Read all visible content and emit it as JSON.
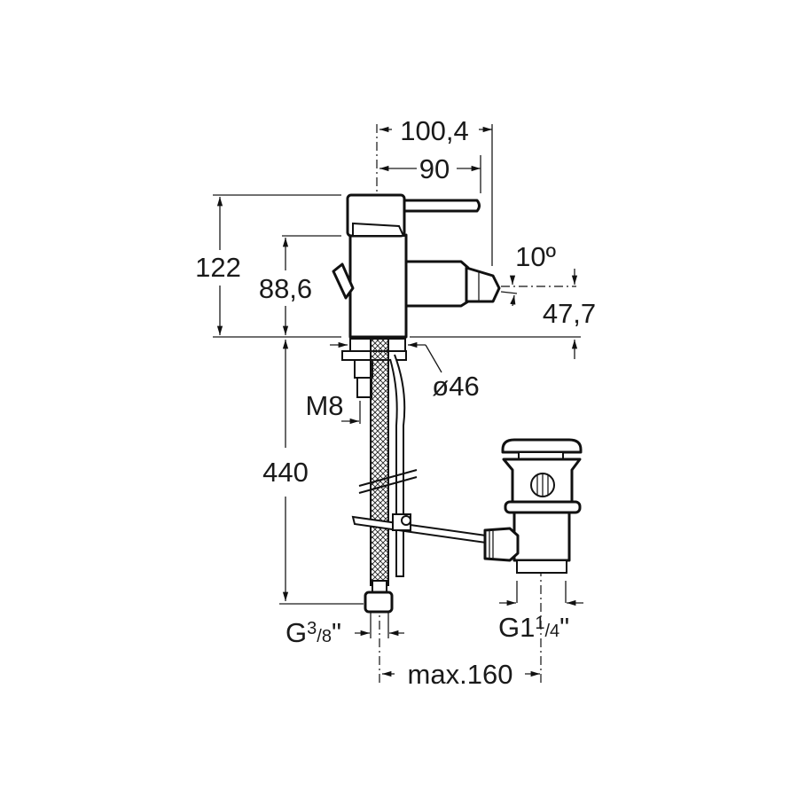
{
  "drawing": {
    "dimensions": {
      "total_reach": "100,4",
      "lever_reach": "90",
      "total_height": "122",
      "body_height": "88,6",
      "spout_angle": "10º",
      "spout_height": "47,7",
      "base_diameter": "ø46",
      "stud_thread": "M8",
      "hose_length": "440",
      "hose_connection": {
        "main": "G",
        "num": "3",
        "den": "8",
        "suffix": "\""
      },
      "waste_connection": {
        "main": "G1",
        "num": "1",
        "den": "4",
        "suffix": "\""
      },
      "waste_distance": "max.160"
    }
  }
}
